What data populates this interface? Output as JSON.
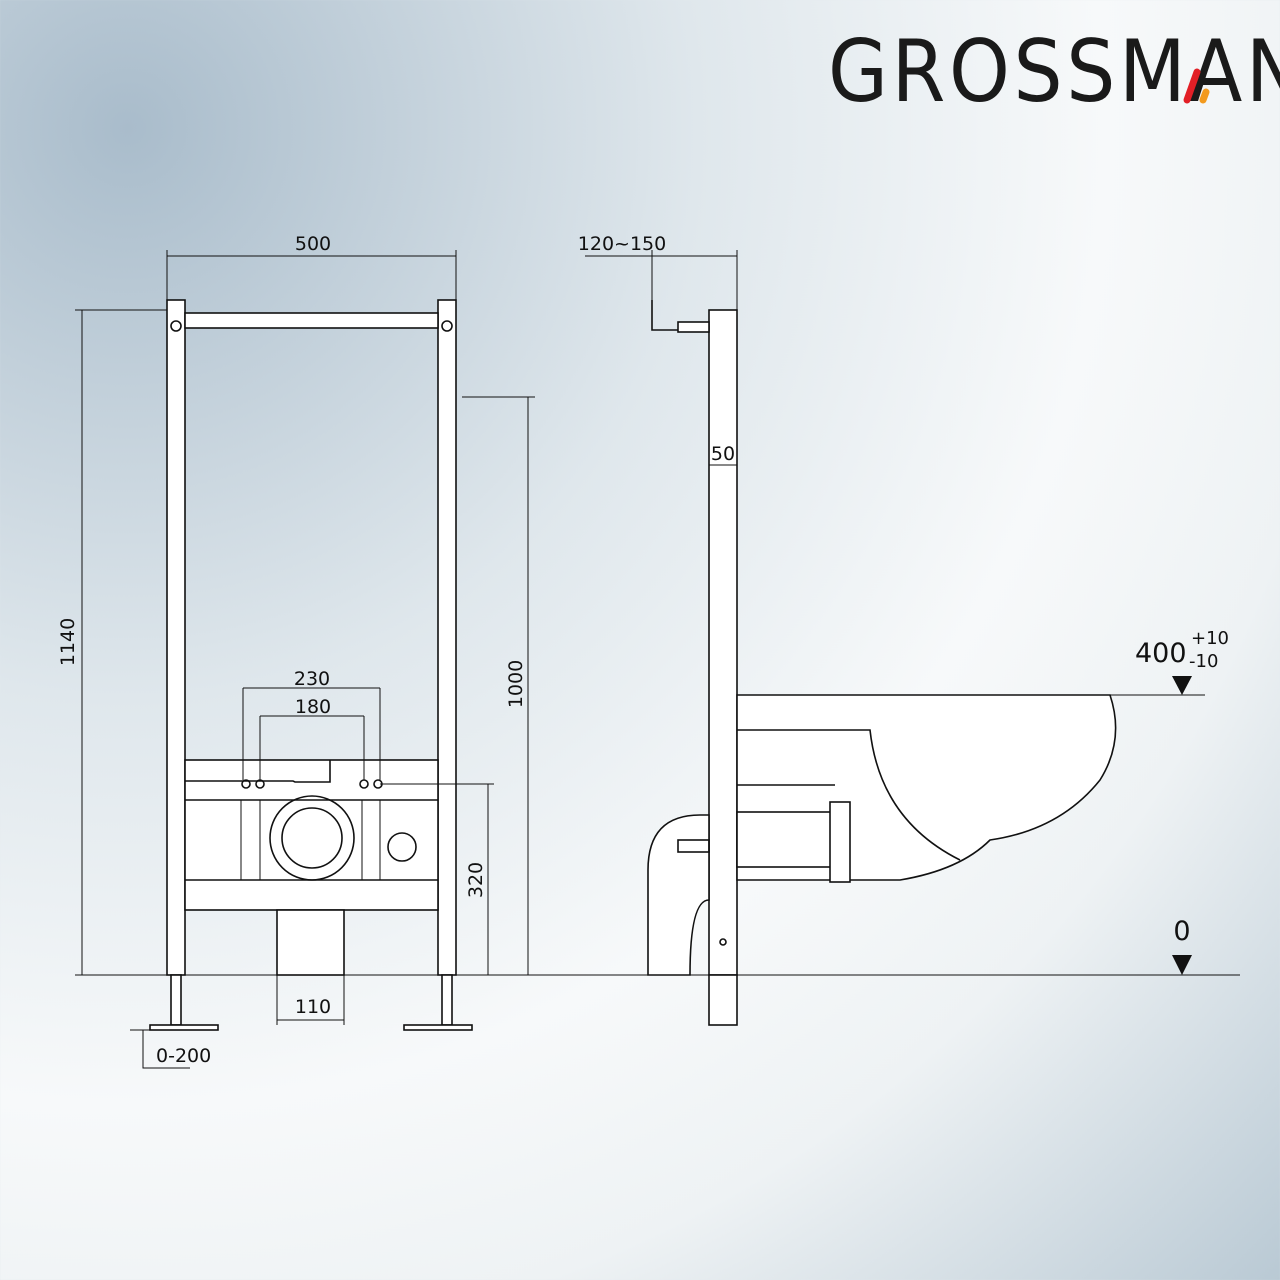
{
  "brand": {
    "logo_text": "GROSSMAN",
    "accent_colors": [
      "#e21f26",
      "#f39a1e"
    ]
  },
  "dimensions": {
    "frame_width": "500",
    "wall_offset": "120~150",
    "frame_depth": "50",
    "frame_height": "1140",
    "mount_height": "1000",
    "stud_spacing_outer": "230",
    "stud_spacing_inner": "180",
    "outlet_height": "320",
    "outlet_width": "110",
    "leg_adjustment": "0-200",
    "bowl_height": "400",
    "bowl_tolerance_plus": "+10",
    "bowl_tolerance_minus": "-10",
    "floor_level": "0"
  }
}
